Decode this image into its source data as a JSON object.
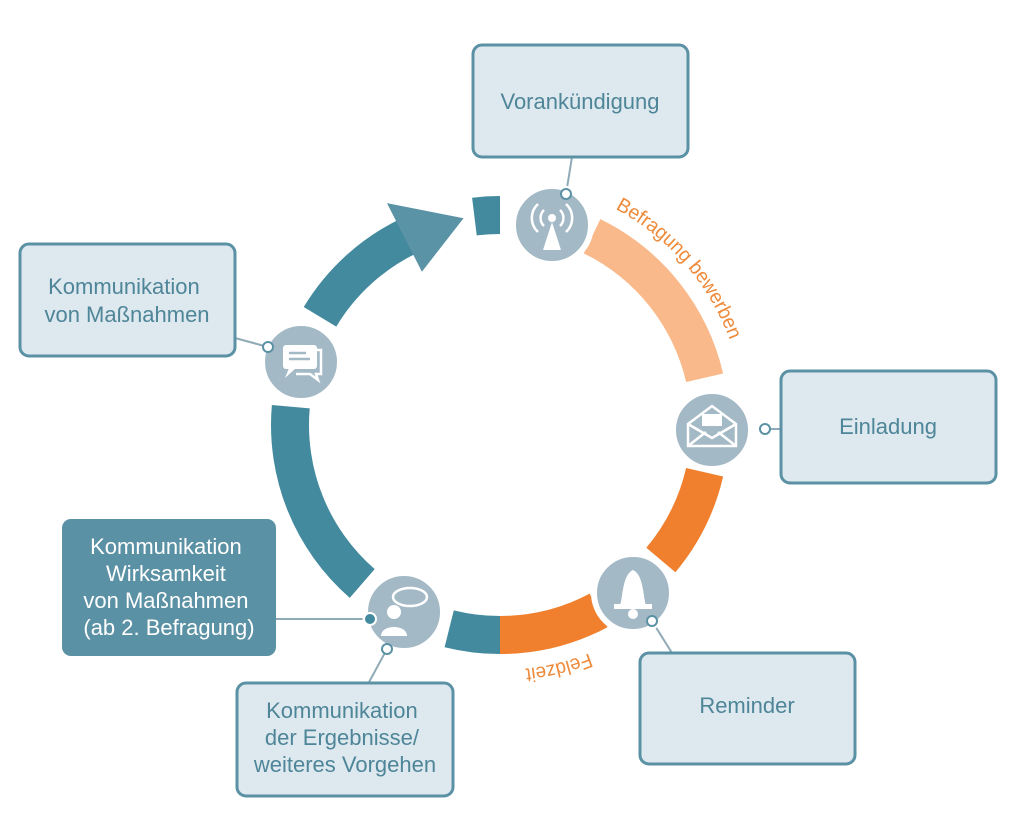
{
  "boxes": {
    "vorankuendigung": [
      "Vorankündigung"
    ],
    "kommunikation_massnahmen": [
      "Kommunikation",
      "von Maßnahmen"
    ],
    "einladung": [
      "Einladung"
    ],
    "wirksamkeit": [
      "Kommunikation",
      "Wirksamkeit",
      "von Maßnahmen",
      "(ab 2. Befragung)"
    ],
    "reminder": [
      "Reminder"
    ],
    "ergebnisse": [
      "Kommunikation",
      "der Ergebnisse/",
      "weiteres Vorgehen"
    ]
  },
  "curved_labels": {
    "befragung_bewerben": "Befragung bewerben",
    "feldzeit": "Feldzeit"
  },
  "colors": {
    "teal": "#438A9E",
    "teal_light": "#5B93A6",
    "orange": "#F0802E",
    "orange_light": "#F9B98A",
    "icon_circle": "#A3B9C6",
    "box_fill": "#DDE9EE",
    "box_stroke": "#5B91A4"
  },
  "icons": [
    "antenna-icon",
    "envelope-icon",
    "bell-icon",
    "person-speech-icon",
    "chat-bubbles-icon"
  ]
}
